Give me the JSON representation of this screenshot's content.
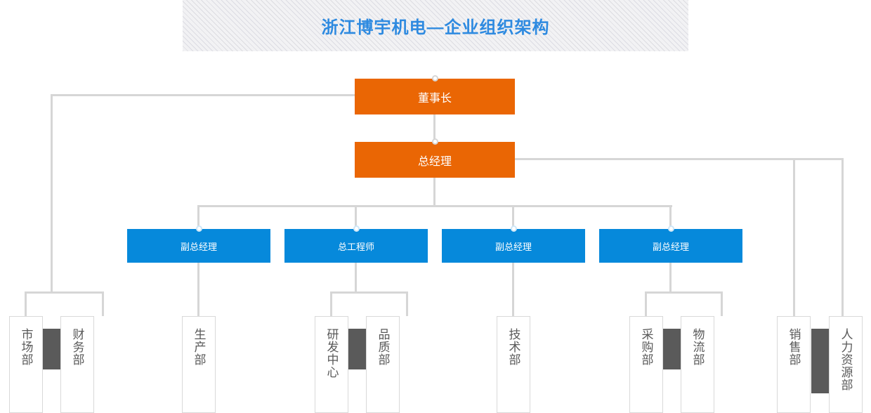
{
  "header": {
    "title": "浙江博宇机电—企业组织架构",
    "accent_color": "#2e8ae0",
    "banner_bg": "#f2f2f4"
  },
  "theme": {
    "level1_color": "#ea6604",
    "level2_color": "#0689db",
    "leaf_text_color": "#595959",
    "accent_block_color": "#5a5a5a",
    "connector_color": "#d6d6d6"
  },
  "org": {
    "level1": [
      {
        "label": "董事长"
      },
      {
        "label": "总经理"
      }
    ],
    "level2": [
      {
        "label": "副总经理"
      },
      {
        "label": "总工程师"
      },
      {
        "label": "副总经理"
      },
      {
        "label": "副总经理"
      }
    ],
    "departments": [
      {
        "label": "市场部"
      },
      {
        "label": "财务部"
      },
      {
        "label": "生产部"
      },
      {
        "label": "研发中心"
      },
      {
        "label": "品质部"
      },
      {
        "label": "技术部"
      },
      {
        "label": "采购部"
      },
      {
        "label": "物流部"
      },
      {
        "label": "销售部"
      },
      {
        "label": "人力资源部"
      }
    ]
  }
}
